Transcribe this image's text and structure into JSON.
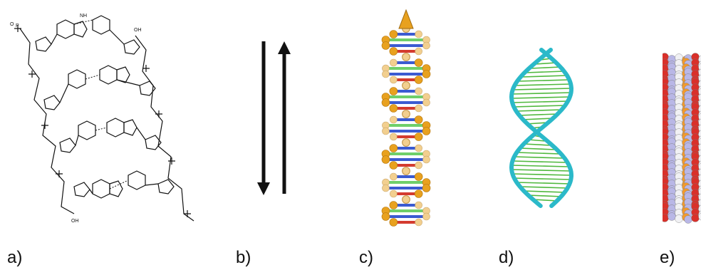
{
  "panels": [
    {
      "label": "a)",
      "content": "chemical-structure",
      "atoms": [
        "O",
        "P",
        "NH",
        "OH"
      ]
    },
    {
      "label": "b)",
      "content": "antiparallel-arrows"
    },
    {
      "label": "c)",
      "content": "ball-and-stick-model"
    },
    {
      "label": "d)",
      "content": "ribbon-model"
    },
    {
      "label": "e)",
      "content": "space-filling-model"
    }
  ],
  "colors": {
    "ink": "#111111",
    "backbone_orange": "#e8a11f",
    "backbone_light": "#f2cf8f",
    "base_red": "#d43b2f",
    "base_blue": "#3b5bd1",
    "base_green": "#6fcf6a",
    "ribbon_cyan": "#2bb9c9",
    "stick_green": "#4fb83d",
    "sphere_red": "#d9302a",
    "sphere_lavender": "#b9b7e6",
    "sphere_white": "#f1f1f4",
    "sphere_orange": "#f39a2b"
  }
}
